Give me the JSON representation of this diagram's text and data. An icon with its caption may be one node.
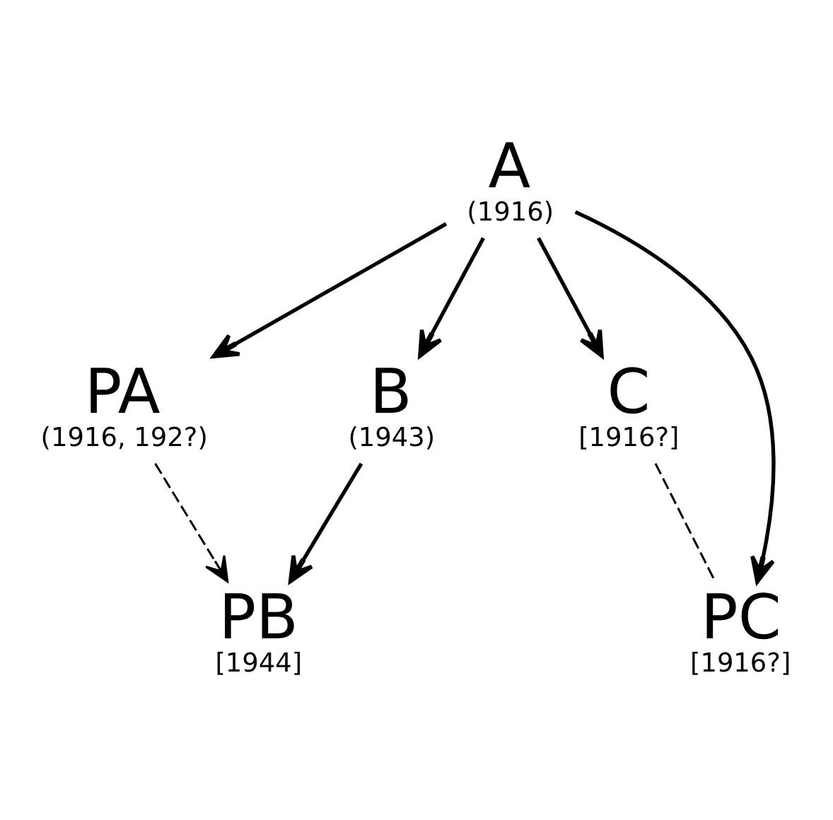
{
  "diagram": {
    "nodes": [
      {
        "text": [
          "A",
          "(1916)"
        ]
      },
      {
        "text": [
          "PA",
          "(1916, 192?)"
        ]
      },
      {
        "text": [
          "C",
          "[1916?]"
        ]
      },
      {
        "text": [
          "PC",
          "[1916?]"
        ]
      },
      {
        "text": [
          "B",
          "(1943)"
        ]
      },
      {
        "text": [
          "PB",
          "[1944]"
        ]
      }
    ],
    "edges": [
      {
        "from": 0,
        "to": 1,
        "arrow": "to"
      },
      {
        "from": 0,
        "to": 2,
        "arrow": "to"
      },
      {
        "from": 0,
        "to": 4,
        "arrow": "to"
      },
      {
        "from": 0,
        "to": 3,
        "arrow": "to"
      },
      {
        "from": 1,
        "to": 5,
        "arrow": "to",
        "style": "dashed"
      },
      {
        "from": 2,
        "to": 3,
        "arrow": "none",
        "style": "dashed"
      },
      {
        "from": 4,
        "to": 5,
        "arrow": "to"
      }
    ]
  }
}
